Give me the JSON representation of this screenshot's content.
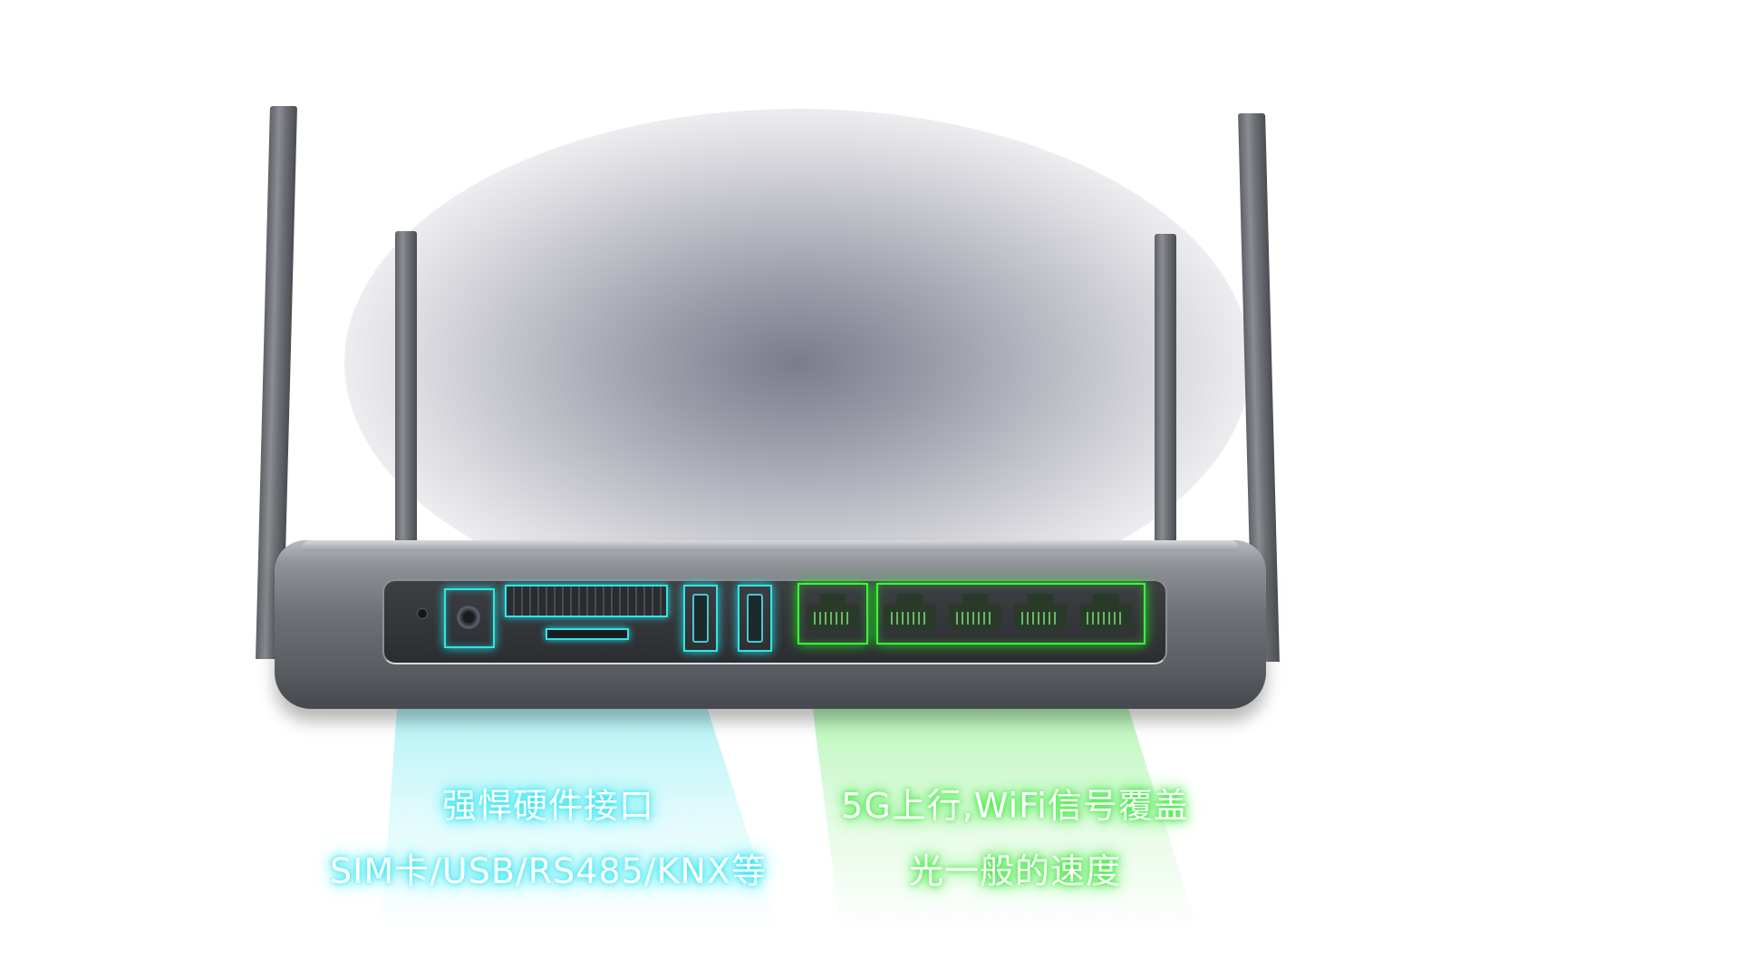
{
  "captions": {
    "left_line1": "强悍硬件接口",
    "left_line2": "SIM卡/USB/RS485/KNX等",
    "right_line1": "5G上行,WiFi信号覆盖",
    "right_line2": "光一般的速度"
  },
  "colors": {
    "cyan_glow": "#28e3f0",
    "green_glow": "#30e830",
    "router_body": "#6d7075",
    "background": "#ffffff"
  },
  "icons": {
    "power": "power-jack-icon",
    "usb": "usb-port-icon",
    "ethernet": "ethernet-port-icon"
  }
}
